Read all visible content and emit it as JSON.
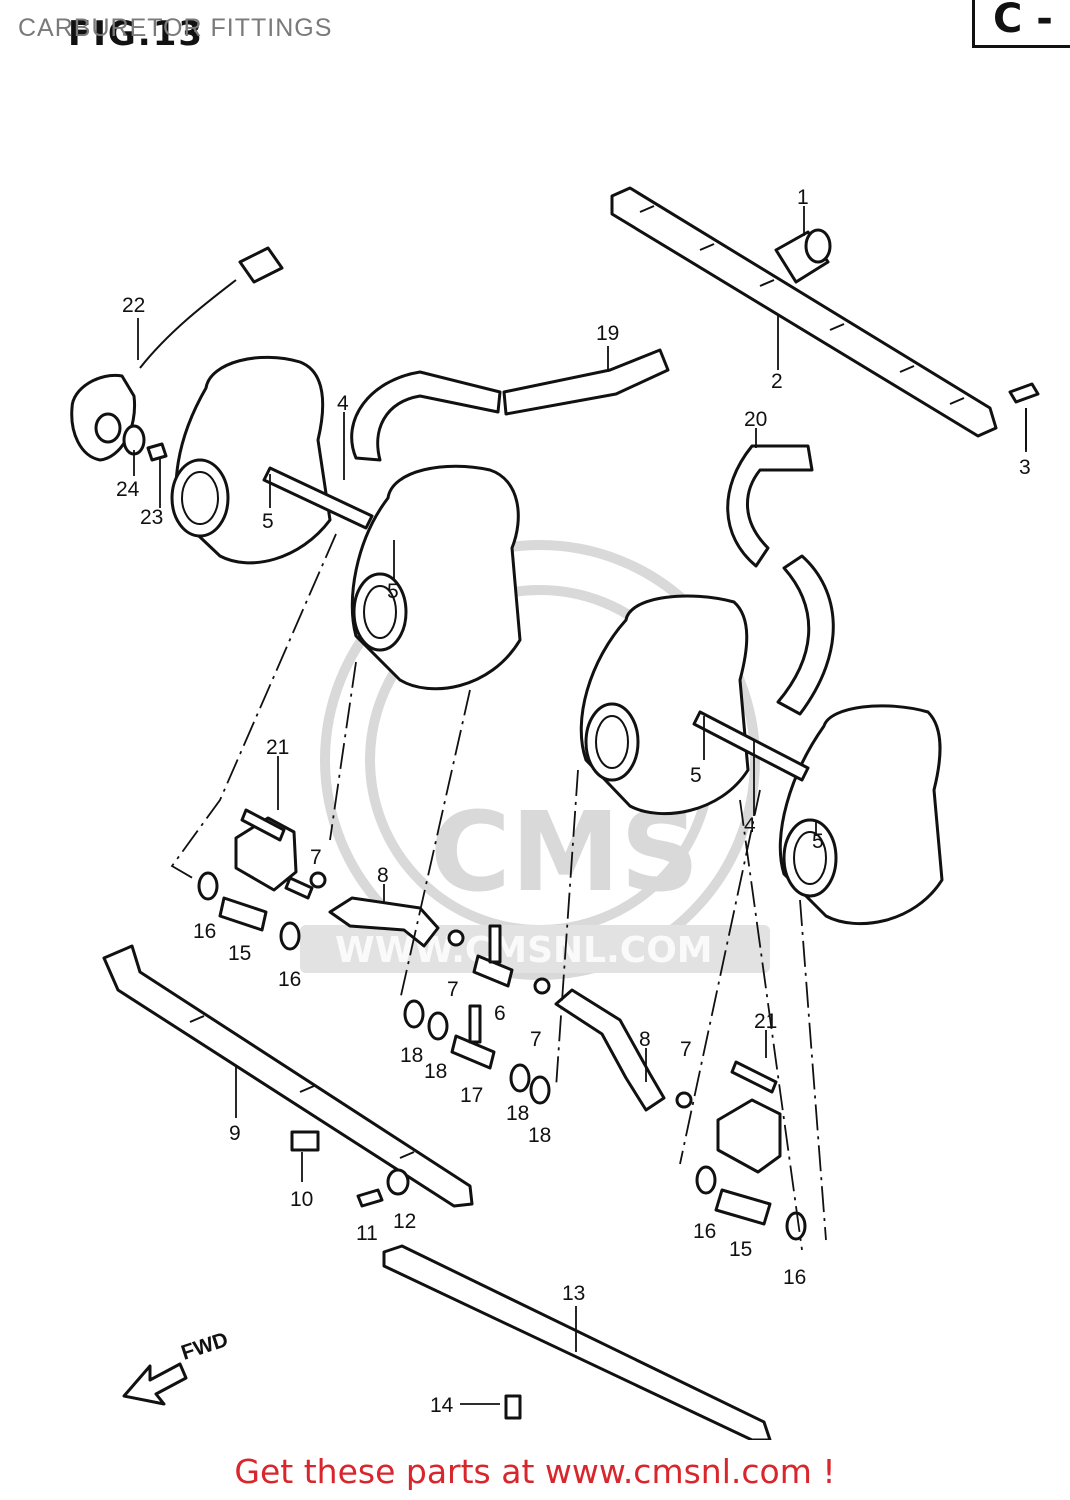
{
  "header": {
    "title": "CARBURETOR FITTINGS",
    "figure": "FIG.13",
    "page_code": "C -"
  },
  "watermark": {
    "brand": "CMS",
    "site": "WWW.CMSNL.COM"
  },
  "diagram": {
    "direction_label": "FWD",
    "callouts": [
      "1",
      "2",
      "3",
      "4",
      "4",
      "5",
      "5",
      "5",
      "5",
      "6",
      "7",
      "7",
      "7",
      "7",
      "8",
      "8",
      "9",
      "10",
      "11",
      "12",
      "13",
      "14",
      "15",
      "15",
      "16",
      "16",
      "16",
      "16",
      "17",
      "18",
      "18",
      "18",
      "18",
      "19",
      "20",
      "21",
      "21",
      "22",
      "23",
      "24"
    ]
  },
  "footer": {
    "cta": "Get these parts at www.cmsnl.com !"
  },
  "colors": {
    "footer_text": "#d8262c",
    "line_art": "#111111",
    "watermark": "#d9d9d9",
    "title_gray": "#7a7a7a"
  }
}
